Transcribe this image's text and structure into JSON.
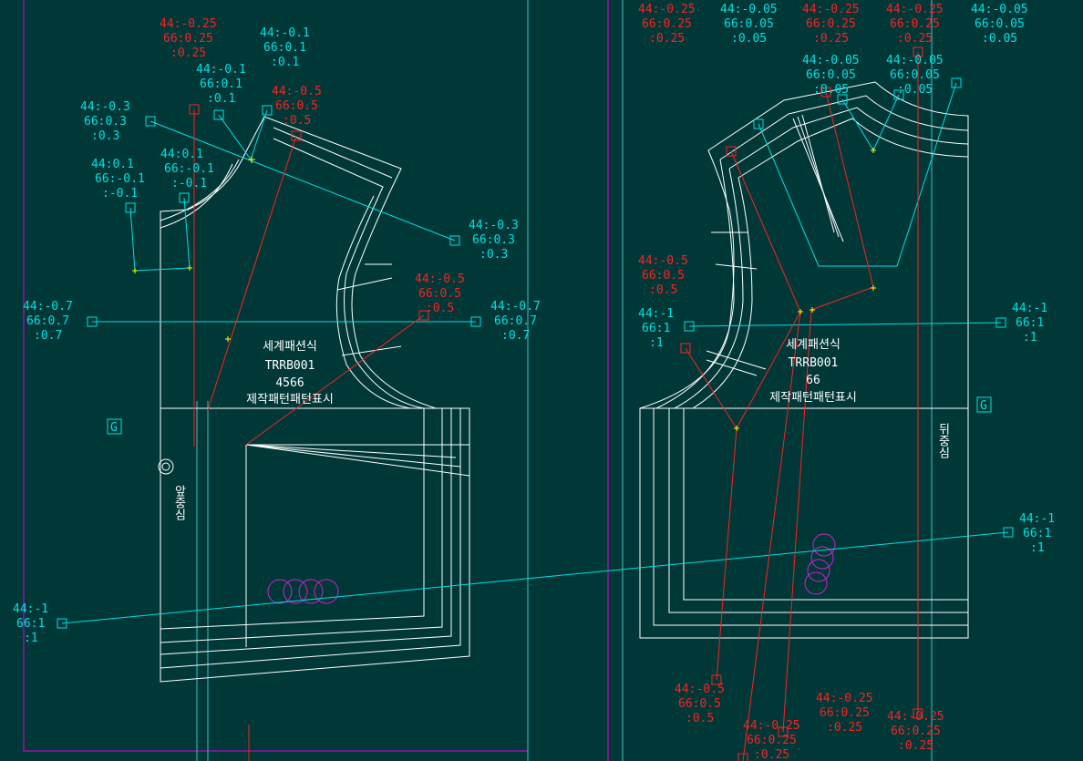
{
  "colors": {
    "background": "#003838",
    "pattern": "#ffffff",
    "grade_cyan": "#00e0e0",
    "grade_red": "#ff2020",
    "frame": "#e000e0",
    "guide": "#40c0c0",
    "notch": "#ffff00",
    "button": "#d020d0"
  },
  "front_piece": {
    "label_lines": [
      "세계패션식",
      "TRRB001",
      "4566",
      "제작패턴패턴표시"
    ],
    "center_label": "앞중심",
    "grain_marker": "G"
  },
  "back_piece": {
    "label_lines": [
      "세계패션식",
      "TRRB001",
      "66",
      "제작패턴패턴표시"
    ],
    "center_label": "뒤중심",
    "grain_marker": "G"
  },
  "grade_points": [
    {
      "color": "red",
      "lines": [
        "44:-0.25",
        "66:0.25",
        ":0.25"
      ]
    },
    {
      "color": "cyan",
      "lines": [
        "44:-0.1",
        "66:0.1",
        ":0.1"
      ]
    },
    {
      "color": "cyan",
      "lines": [
        "44:-0.1",
        "66:0.1",
        ":0.1"
      ]
    },
    {
      "color": "red",
      "lines": [
        "44:-0.5",
        "66:0.5",
        ":0.5"
      ]
    },
    {
      "color": "cyan",
      "lines": [
        "44:-0.3",
        "66:0.3",
        ":0.3"
      ]
    },
    {
      "color": "cyan",
      "lines": [
        "44:0.1",
        "66:-0.1",
        ":-0.1"
      ]
    },
    {
      "color": "cyan",
      "lines": [
        "44:0.1",
        "66:-0.1",
        ":-0.1"
      ]
    },
    {
      "color": "cyan",
      "lines": [
        "44:-0.3",
        "66:0.3",
        ":0.3"
      ]
    },
    {
      "color": "cyan",
      "lines": [
        "44:-0.7",
        "66:0.7",
        ":0.7"
      ]
    },
    {
      "color": "red",
      "lines": [
        "44:-0.5",
        "66:0.5",
        ":0.5"
      ]
    },
    {
      "color": "cyan",
      "lines": [
        "44:-0.7",
        "66:0.7",
        ":0.7"
      ]
    },
    {
      "color": "cyan",
      "lines": [
        "44:-1",
        "66:1",
        ":1"
      ]
    },
    {
      "color": "red",
      "lines": [
        "44:-0.25",
        "66:0.25",
        ":0.25"
      ]
    },
    {
      "color": "cyan",
      "lines": [
        "44:-0.05",
        "66:0.05",
        ":0.05"
      ]
    },
    {
      "color": "red",
      "lines": [
        "44:-0.25",
        "66:0.25",
        ":0.25"
      ]
    },
    {
      "color": "cyan",
      "lines": [
        "44:-0.05",
        "66:0.05",
        ":0.05"
      ]
    },
    {
      "color": "cyan",
      "lines": [
        "44:-0.05",
        "66:0.05",
        ":0.05"
      ]
    },
    {
      "color": "cyan",
      "lines": [
        "44:-0.05",
        "66:0.05",
        ":0.05"
      ]
    },
    {
      "color": "red",
      "lines": [
        "44:-0.25",
        "66:0.25",
        ":0.25"
      ]
    },
    {
      "color": "red",
      "lines": [
        "44:-0.5",
        "66:0.5",
        ":0.5"
      ]
    },
    {
      "color": "cyan",
      "lines": [
        "44:-1",
        "66:1",
        ":1"
      ]
    },
    {
      "color": "cyan",
      "lines": [
        "44:-1",
        "66:1",
        ":1"
      ]
    },
    {
      "color": "cyan",
      "lines": [
        "44:-1",
        "66:1",
        ":1"
      ]
    },
    {
      "color": "red",
      "lines": [
        "44:-0.5",
        "66:0.5",
        ":0.5"
      ]
    },
    {
      "color": "red",
      "lines": [
        "44:-0.25",
        "66:0.25",
        ":0.25"
      ]
    },
    {
      "color": "red",
      "lines": [
        "44:-0.25",
        "66:0.25",
        ":0.25"
      ]
    },
    {
      "color": "red",
      "lines": [
        "44:-0.25",
        "66:0.25",
        ":0.25"
      ]
    }
  ]
}
